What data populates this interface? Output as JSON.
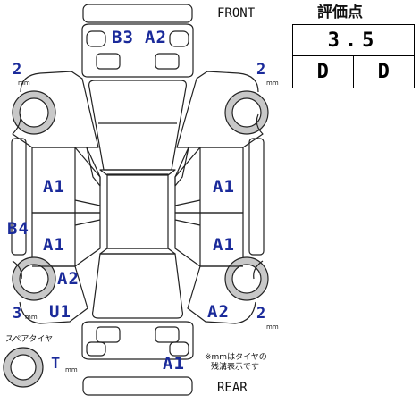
{
  "header": {
    "front": "FRONT",
    "rear": "REAR"
  },
  "grade": {
    "title": "評価点",
    "score": "3.5",
    "interior": "D",
    "exterior": "D"
  },
  "labels": {
    "front_bumper_left": "B3",
    "front_bumper_right": "A2",
    "fl_tire": "2",
    "fr_tire": "2",
    "rl_tire": "3",
    "rr_tire": "2",
    "left_front_door": "A1",
    "left_rear_door": "A1",
    "right_front_door": "A1",
    "right_rear_door": "A1",
    "left_sill": "B4",
    "left_rear_fender": "A2",
    "left_rear_quarter": "U1",
    "right_rear_quarter": "A2",
    "rear_bumper": "A1",
    "spare_tire": "T"
  },
  "spare": {
    "label": "スペアタイヤ"
  },
  "units": {
    "mm": "mm"
  },
  "note": {
    "line1": "※mmはタイヤの",
    "line2": "残溝表示です"
  },
  "colors": {
    "label": "#1a2a9a",
    "outline": "#222222",
    "tire_fill": "#c8c8c8"
  }
}
